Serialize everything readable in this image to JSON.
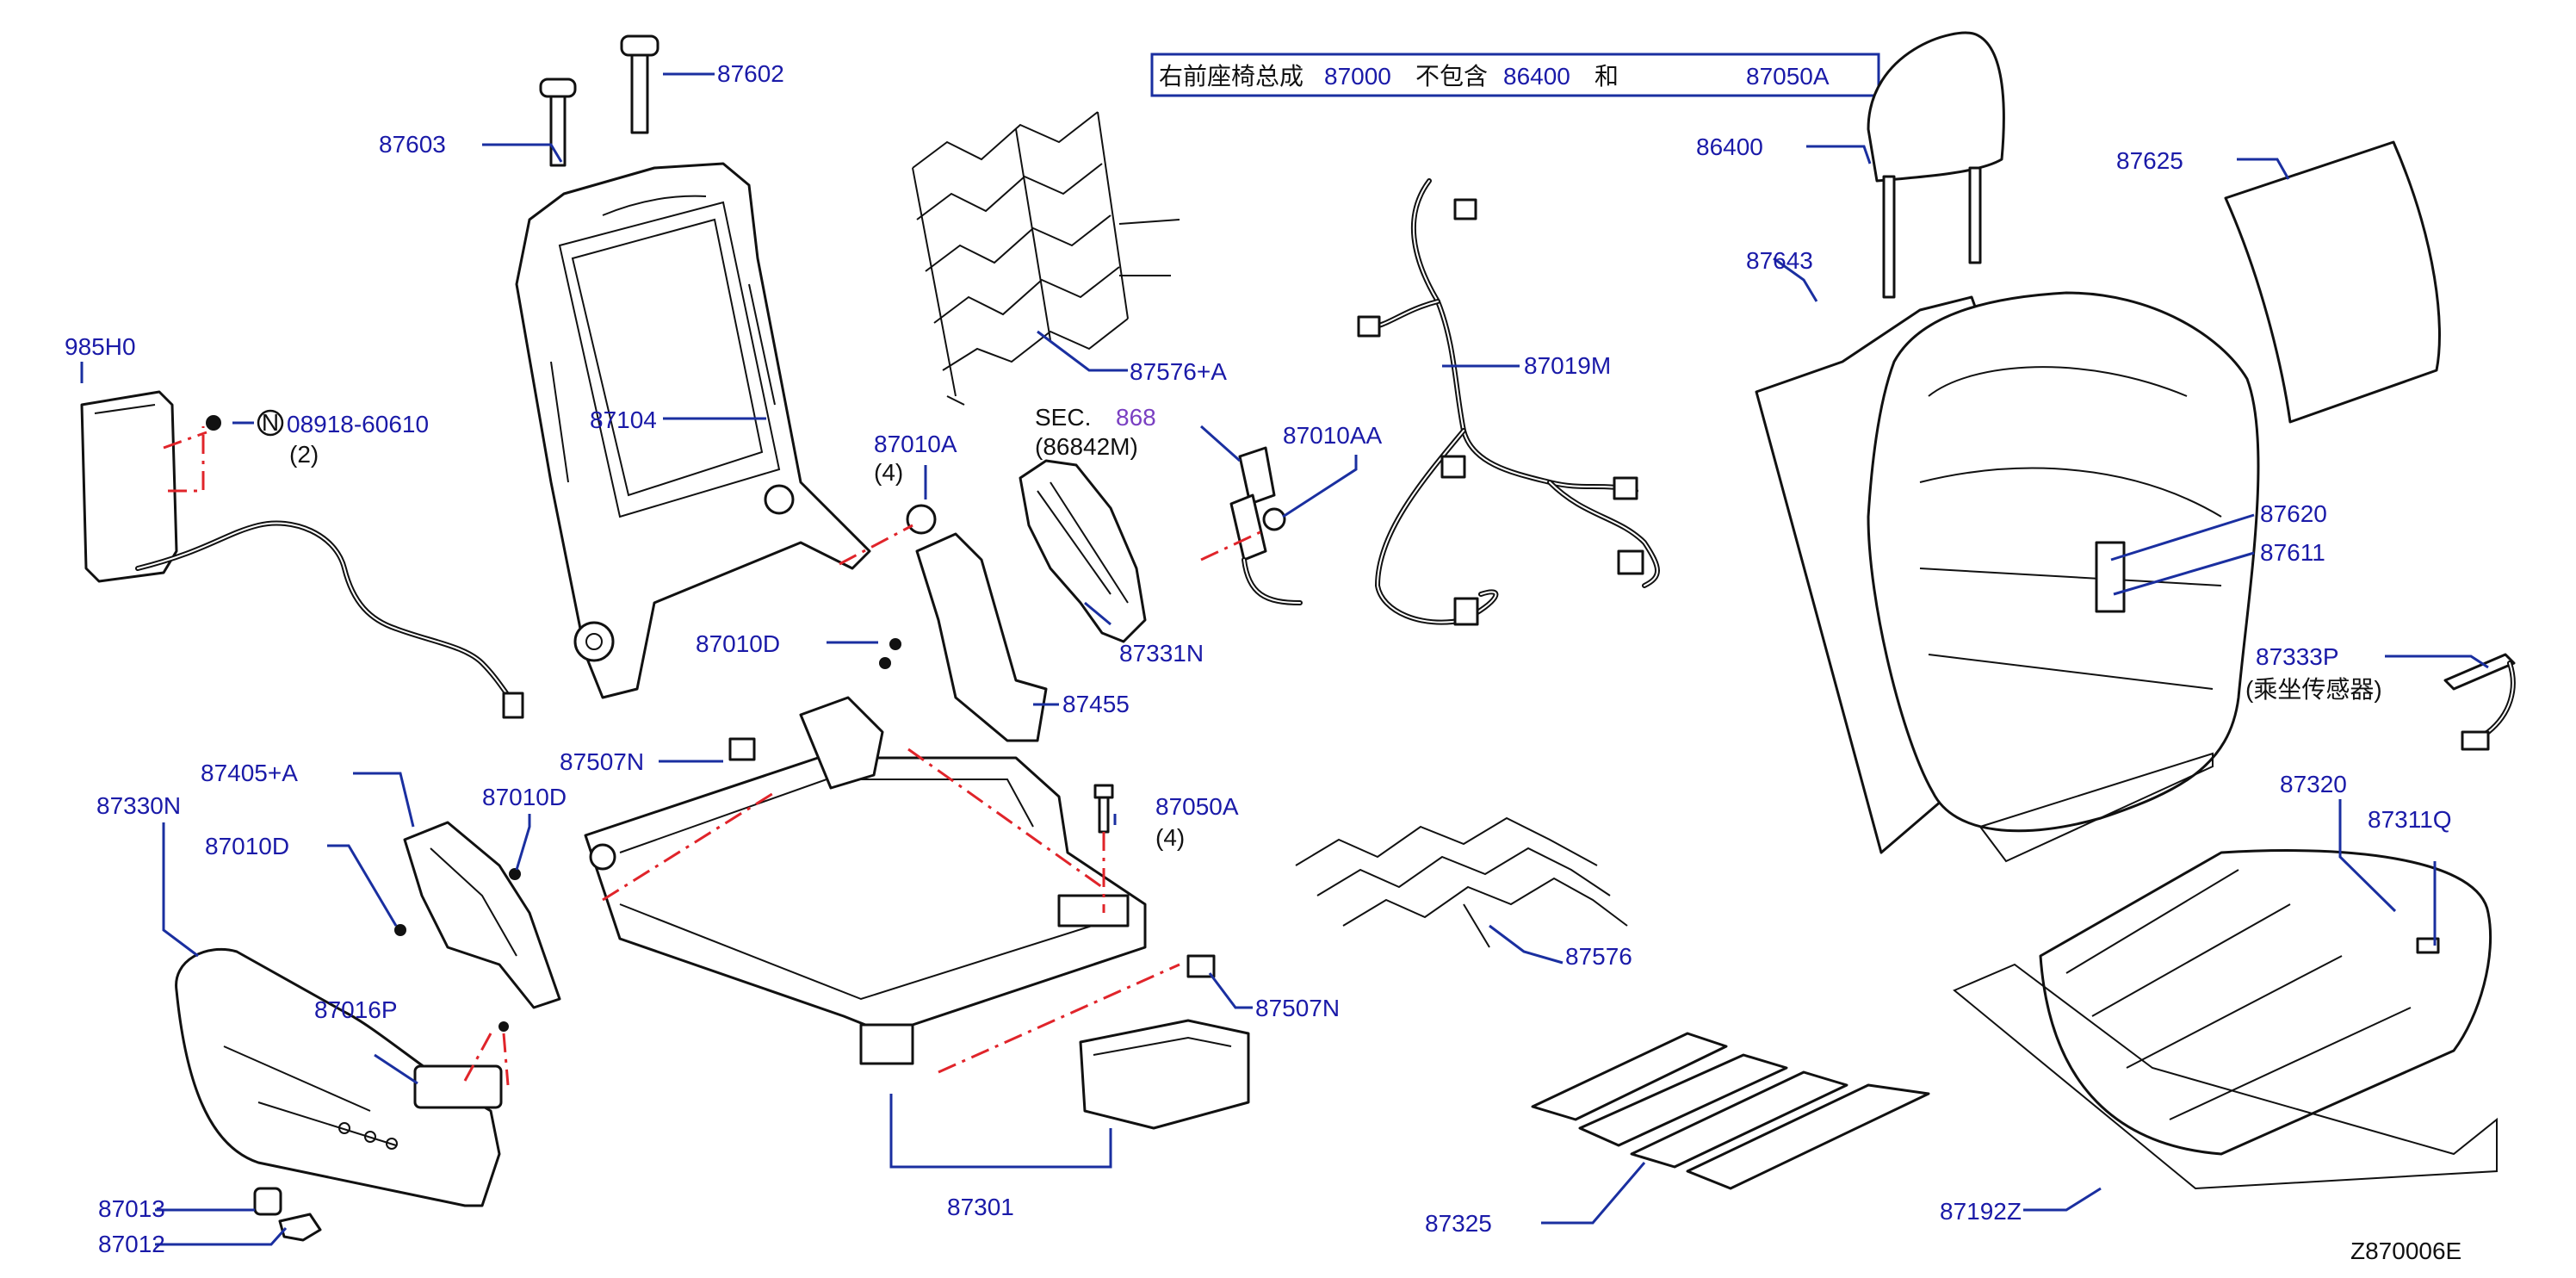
{
  "title": {
    "text_a": "右前座椅总成",
    "ref_seat": "87000",
    "text_b": "不包含",
    "ref_headrest": "86400",
    "text_c": "和",
    "ref_bolt": "87050A"
  },
  "labels": {
    "p87602": "87602",
    "p87603": "87603",
    "p985H0": "985H0",
    "p08918": "08918-60610",
    "q2": "(2)",
    "n_symbol": "N",
    "p87104": "87104",
    "p87576A": "87576+A",
    "p87010A": "87010A",
    "q4a": "(4)",
    "sec_word": "SEC.",
    "sec_num": "868",
    "sec_ref": "(86842M)",
    "p87010AA": "87010AA",
    "p87019M": "87019M",
    "p86400": "86400",
    "p87625": "87625",
    "p87643": "87643",
    "p87620": "87620",
    "p87611": "87611",
    "p87333P": "87333P",
    "p87333P_desc": "(乘坐传感器)",
    "p87010D_mid": "87010D",
    "p87331N": "87331N",
    "p87455": "87455",
    "p87507N_a": "87507N",
    "p87405A": "87405+A",
    "p87010D_r": "87010D",
    "p87010D_l": "87010D",
    "p87330N": "87330N",
    "p87050A": "87050A",
    "q4b": "(4)",
    "p87576": "87576",
    "p87320": "87320",
    "p87311Q": "87311Q",
    "p87507N_b": "87507N",
    "p87016P": "87016P",
    "p87013": "87013",
    "p87012": "87012",
    "p87301": "87301",
    "p87325": "87325",
    "p87192Z": "87192Z",
    "figure_id": "Z870006E"
  }
}
